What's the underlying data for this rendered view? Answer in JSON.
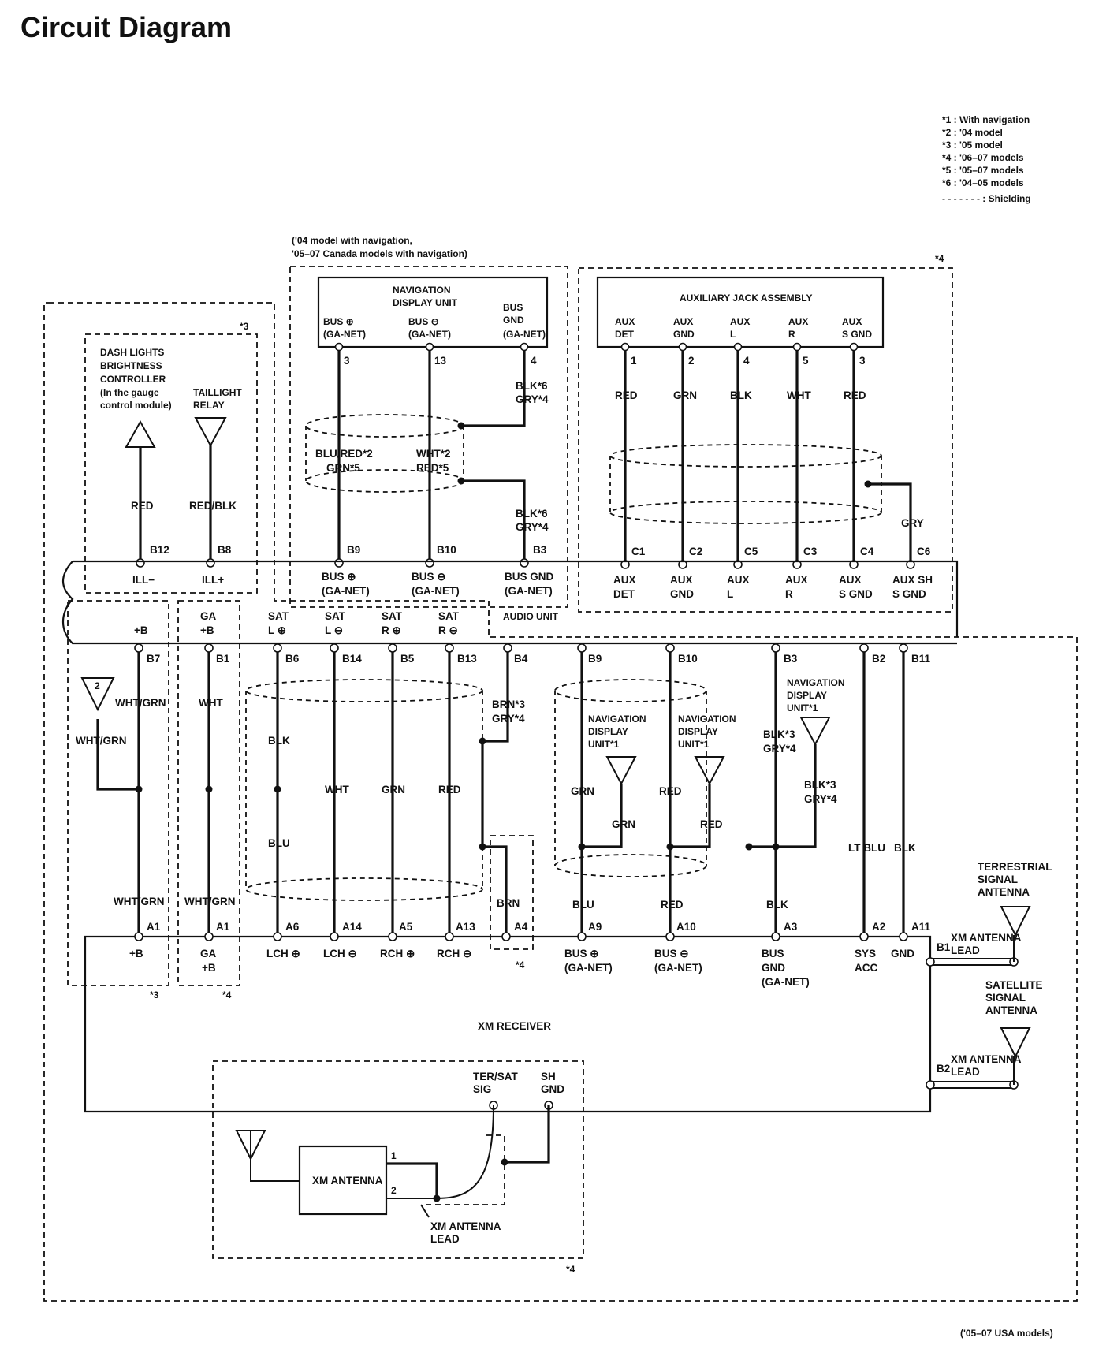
{
  "title": "Circuit Diagram",
  "legend": [
    "*1 : With navigation",
    "*2 : '04 model",
    "*3 : '05 model",
    "*4 : '06–07 models",
    "*5 : '05–07 models",
    "*6 : '04–05 models",
    "- - - - - - - : Shielding"
  ],
  "nav_box_note": [
    "('04 model with navigation,",
    "'05–07 Canada models with navigation)"
  ],
  "footer_note": "('05–07 USA models)",
  "markers": {
    "star3": "*3",
    "star4": "*4"
  },
  "dash_lights": {
    "title": [
      "DASH LIGHTS",
      "BRIGHTNESS",
      "CONTROLLER"
    ],
    "sub": [
      "(In the gauge",
      "control module)"
    ],
    "wire": "RED",
    "pin": "B12",
    "terminal": "ILL−"
  },
  "taillight": {
    "title": [
      "TAILLIGHT",
      "RELAY"
    ],
    "wire": "RED/BLK",
    "pin": "B8",
    "terminal": "ILL+"
  },
  "nav_unit": {
    "title": [
      "NAVIGATION",
      "DISPLAY UNIT"
    ],
    "bus_plus": [
      "BUS ⊕",
      "(GA-NET)"
    ],
    "bus_minus": [
      "BUS ⊖",
      "(GA-NET)"
    ],
    "bus_gnd": [
      "BUS",
      "GND",
      "(GA-NET)"
    ],
    "pins": [
      "3",
      "13",
      "4"
    ],
    "wire1": [
      "BLU/RED*2",
      "GRN*5"
    ],
    "wire2": [
      "WHT*2",
      "RED*5"
    ],
    "wire3a": [
      "BLK*6",
      "GRY*4"
    ],
    "wire3b": [
      "BLK*6",
      "GRY*4"
    ],
    "audio_pins": [
      "B9",
      "B10",
      "B3"
    ],
    "audio_terms": [
      [
        "BUS ⊕",
        "(GA-NET)"
      ],
      [
        "BUS ⊖",
        "(GA-NET)"
      ],
      [
        "BUS GND",
        "(GA-NET)"
      ]
    ]
  },
  "aux_jack": {
    "title": "AUXILIARY JACK ASSEMBLY",
    "terms": [
      [
        "AUX",
        "DET"
      ],
      [
        "AUX",
        "GND"
      ],
      [
        "AUX",
        "L"
      ],
      [
        "AUX",
        "R"
      ],
      [
        "AUX",
        "S GND"
      ]
    ],
    "pins": [
      "1",
      "2",
      "4",
      "5",
      "3"
    ],
    "wires": [
      "RED",
      "GRN",
      "BLK",
      "WHT",
      "RED"
    ],
    "shield_wire": "GRY",
    "audio_pins": [
      "C1",
      "C2",
      "C5",
      "C3",
      "C4",
      "C6"
    ],
    "audio_terms": [
      [
        "AUX",
        "DET"
      ],
      [
        "AUX",
        "GND"
      ],
      [
        "AUX",
        "L"
      ],
      [
        "AUX",
        "R"
      ],
      [
        "AUX",
        "S GND"
      ],
      [
        "AUX SH",
        "S GND"
      ]
    ]
  },
  "audio_unit": {
    "label": "AUDIO UNIT",
    "terms": [
      [
        "",
        "+B"
      ],
      [
        "GA",
        "+B"
      ],
      [
        "SAT",
        "L ⊕"
      ],
      [
        "SAT",
        "L ⊖"
      ],
      [
        "SAT",
        "R ⊕"
      ],
      [
        "SAT",
        "R ⊖"
      ]
    ],
    "pins": [
      "B7",
      "B1",
      "B6",
      "B14",
      "B5",
      "B13",
      "B4",
      "B9",
      "B10",
      "B3",
      "B2",
      "B11"
    ]
  },
  "xm_section": {
    "ground_num": "2",
    "wires_top": [
      "WHT/GRN",
      "WHT",
      "BLK",
      "WHT",
      "GRN",
      "RED"
    ],
    "wht_grn_left": "WHT/GRN",
    "blu": "BLU",
    "brn_gry": [
      "BRN*3",
      "GRY*4"
    ],
    "brn": "BRN",
    "wires_bottom": [
      "WHT/GRN",
      "WHT/GRN"
    ],
    "nav_gnd1": [
      "NAVIGATION",
      "DISPLAY",
      "UNIT*1"
    ],
    "nav_gnd2": [
      "NAVIGATION",
      "DISPLAY",
      "UNIT*1"
    ],
    "nav_gnd3": [
      "NAVIGATION",
      "DISPLAY",
      "UNIT*1"
    ],
    "grn": "GRN",
    "grn2": "GRN",
    "red": "RED",
    "red2": "RED",
    "blk_gry1": [
      "BLK*3",
      "GRY*4"
    ],
    "blk_gry2": [
      "BLK*3",
      "GRY*4"
    ],
    "blu2": "BLU",
    "red3": "RED",
    "blk": "BLK",
    "lt_blu": "LT BLU",
    "blk2": "BLK"
  },
  "xm_receiver": {
    "label": "XM RECEIVER",
    "pins": [
      "A1",
      "A1",
      "A6",
      "A14",
      "A5",
      "A13",
      "A4",
      "A9",
      "A10",
      "A3",
      "A2",
      "A11"
    ],
    "terms": [
      [
        "+B"
      ],
      [
        "GA",
        "+B"
      ],
      [
        "LCH ⊕"
      ],
      [
        "LCH ⊖"
      ],
      [
        "RCH ⊕"
      ],
      [
        "RCH ⊖"
      ],
      [
        ""
      ],
      [
        "BUS ⊕",
        "(GA-NET)"
      ],
      [
        "BUS ⊖",
        "(GA-NET)"
      ],
      [
        "BUS",
        "GND",
        "(GA-NET)"
      ],
      [
        "SYS",
        "ACC"
      ],
      [
        "GND"
      ]
    ],
    "b1": "B1",
    "b2": "B2",
    "ter_sat": [
      "TER/SAT",
      "SIG"
    ],
    "sh_gnd": [
      "SH",
      "GND"
    ]
  },
  "antennas": {
    "terrestrial": [
      "TERRESTRIAL",
      "SIGNAL",
      "ANTENNA"
    ],
    "satellite": [
      "SATELLITE",
      "SIGNAL",
      "ANTENNA"
    ],
    "lead1": [
      "XM ANTENNA",
      "LEAD"
    ],
    "lead2": [
      "XM ANTENNA",
      "LEAD"
    ],
    "xm_antenna": "XM ANTENNA",
    "xm_pins": [
      "1",
      "2"
    ],
    "xm_lead": [
      "XM ANTENNA",
      "LEAD"
    ]
  }
}
